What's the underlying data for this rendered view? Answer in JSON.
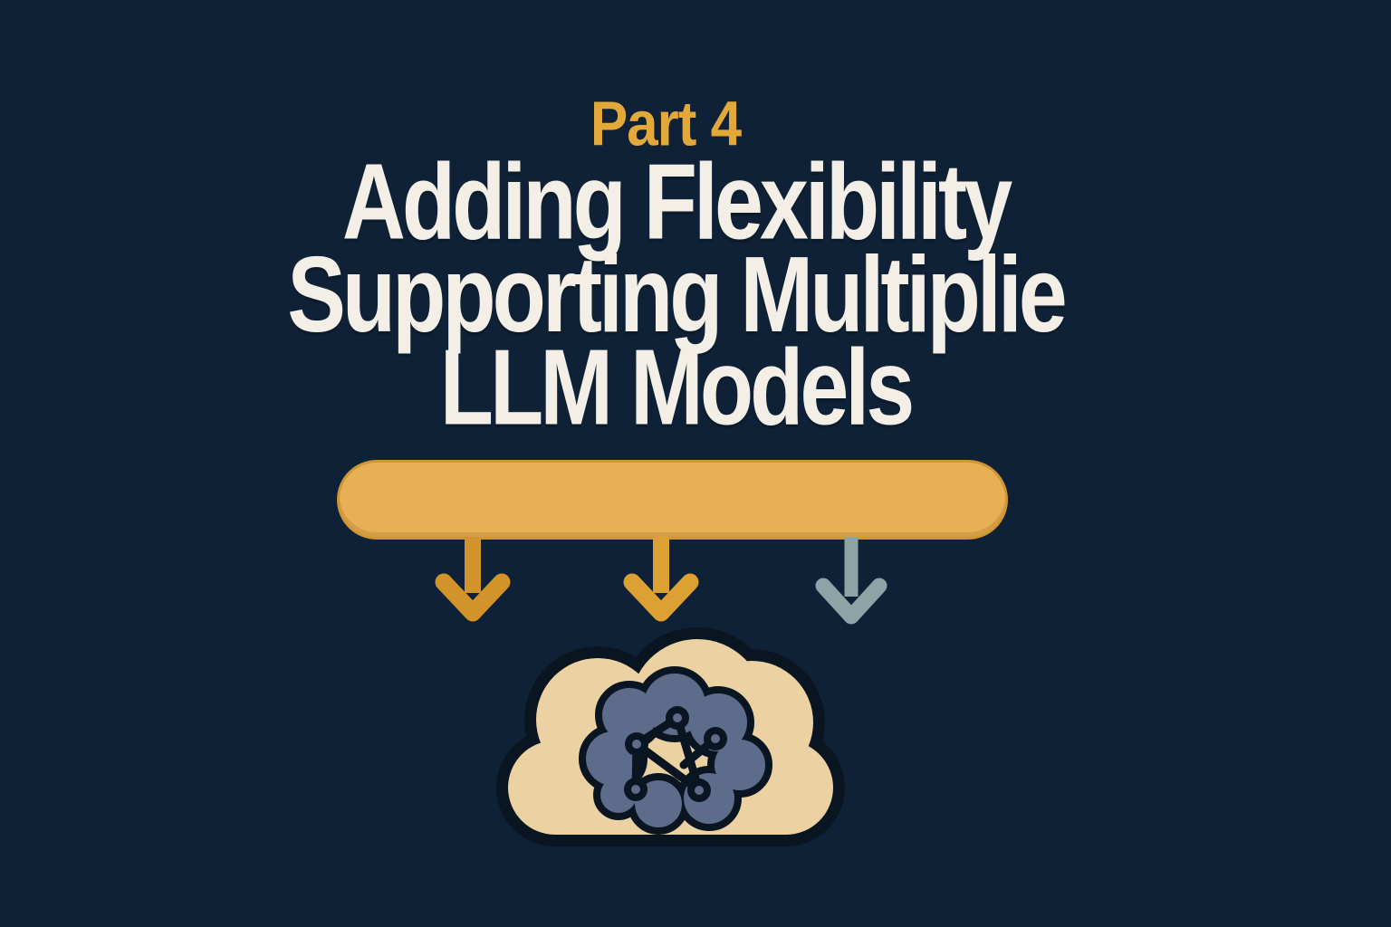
{
  "kicker": {
    "label": "Part 4"
  },
  "title": {
    "lines": [
      "Adding Flexibility",
      "Supporting Multiplie",
      "LLM Models"
    ]
  },
  "diagram": {
    "bar": {
      "shape": "rounded-pill"
    },
    "arrows": [
      {
        "icon": "arrow-down-icon",
        "color_key": "arrow-orange-1"
      },
      {
        "icon": "arrow-down-icon",
        "color_key": "arrow-orange-2"
      },
      {
        "icon": "arrow-down-icon",
        "color_key": "arrow-teal"
      }
    ],
    "cloud": {
      "icon": "cloud-ai-brain-icon"
    }
  },
  "colors": {
    "bg": "#0e2136",
    "kicker-gold": "#e2a83a",
    "title-white": "#f4efe6",
    "bar-gold": "#e7b055",
    "bar-edge": "#cf9733",
    "arrow-orange-1": "#d2932a",
    "arrow-orange-2": "#dda032",
    "arrow-teal": "#8da4a7",
    "cloud-cream": "#ecd2a2",
    "outline-dark": "#0a1522",
    "brain-slate": "#5d6c8b"
  }
}
